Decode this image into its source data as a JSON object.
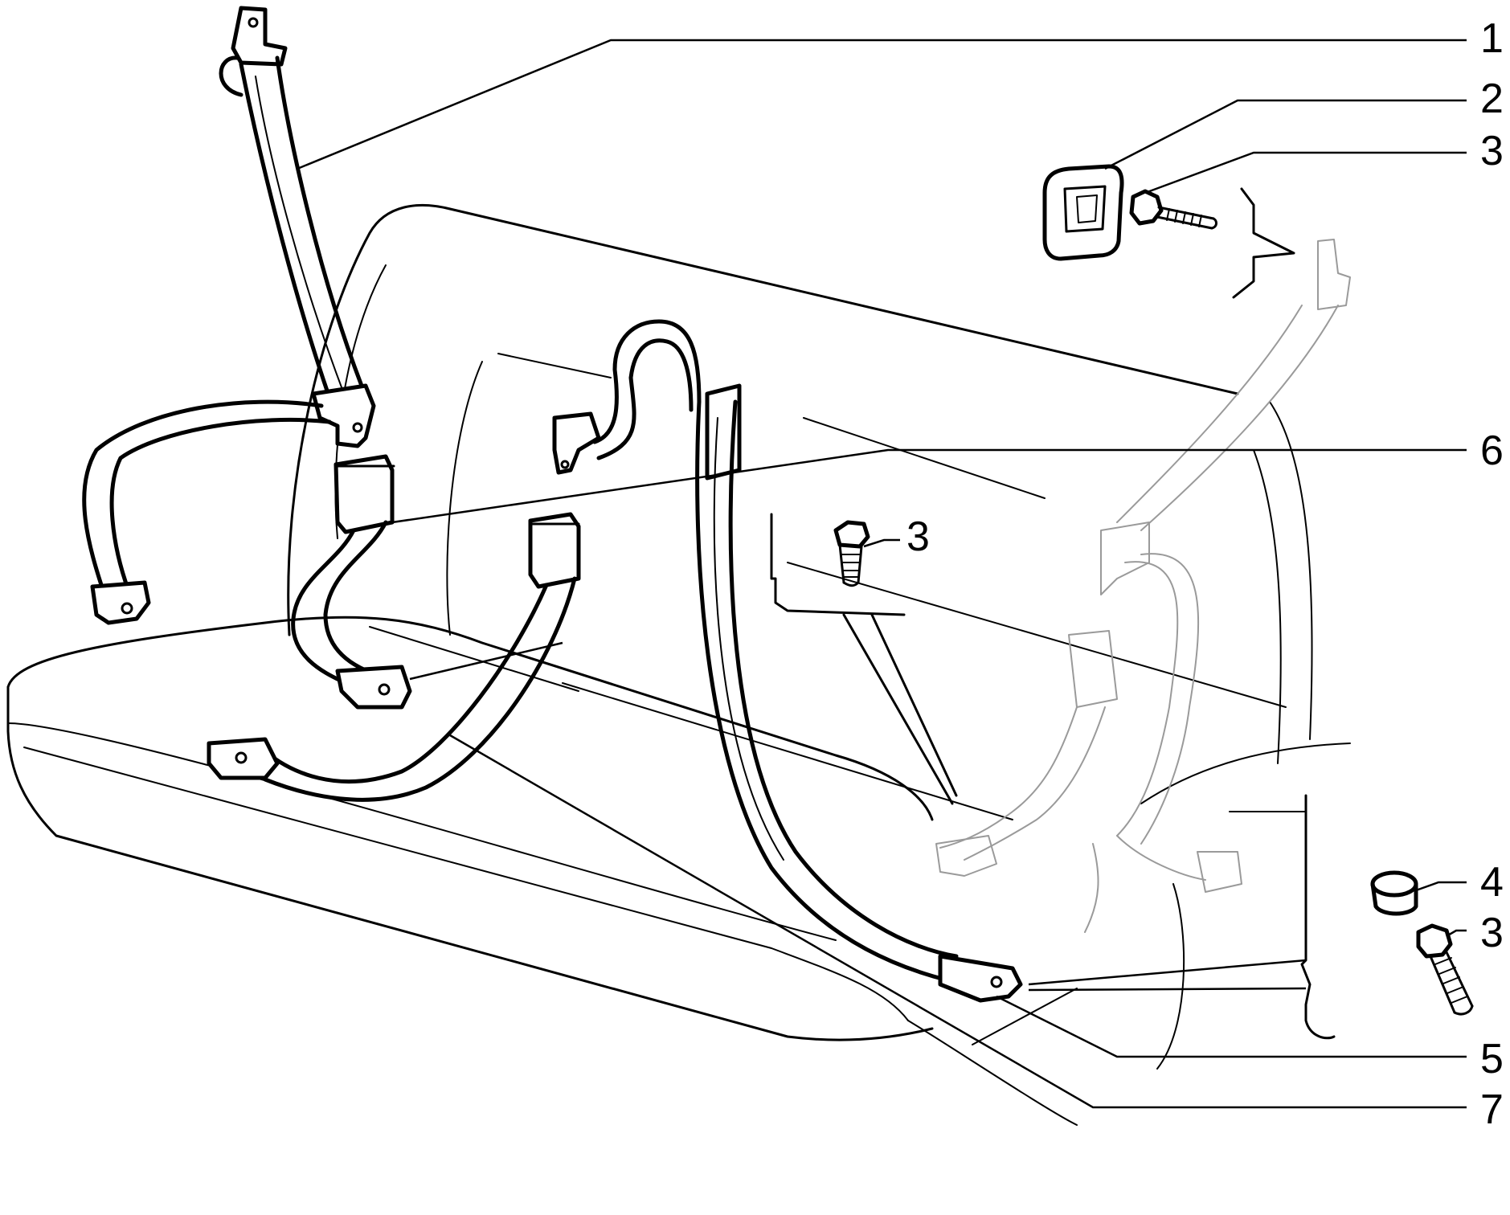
{
  "diagram": {
    "callouts": [
      {
        "id": "c1",
        "label": "1"
      },
      {
        "id": "c2",
        "label": "2"
      },
      {
        "id": "c3a",
        "label": "3"
      },
      {
        "id": "c6",
        "label": "6"
      },
      {
        "id": "c3b",
        "label": "3"
      },
      {
        "id": "c4",
        "label": "4"
      },
      {
        "id": "c3c",
        "label": "3"
      },
      {
        "id": "c5",
        "label": "5"
      },
      {
        "id": "c7",
        "label": "7"
      }
    ]
  }
}
